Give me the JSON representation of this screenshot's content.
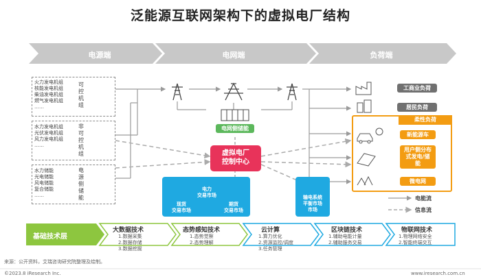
{
  "title": "泛能源互联网架构下的虚拟电厂结构",
  "header_chevrons": [
    "电源端",
    "电网端",
    "负荷端"
  ],
  "power_source": {
    "group1": {
      "items": [
        "火力发电机组",
        "核能发电机组",
        "柴油发电机组",
        "燃气发电机组",
        "……"
      ],
      "tag": [
        "可",
        "控",
        "机",
        "组"
      ]
    },
    "group2": {
      "items": [
        "水力发电机组",
        "光伏发电机组",
        "风力发电机组",
        "……"
      ],
      "tag": [
        "非",
        "可",
        "控",
        "机",
        "组"
      ]
    },
    "group3": {
      "items": [
        "水力储能",
        "光电储能",
        "风电储能",
        "复合储能",
        "……"
      ],
      "tag": [
        "电",
        "源",
        "侧",
        "储",
        "能"
      ]
    }
  },
  "grid": {
    "storage_label": "电网侧储能"
  },
  "vpp": {
    "title": "虚拟电厂",
    "subtitle": "控制中心"
  },
  "market": {
    "center_line1": "电力",
    "center_line2": "交易市场",
    "spot_line1": "现货",
    "spot_line2": "交易市场",
    "futures_line1": "期货",
    "futures_line2": "交易市场",
    "balance_line1": "输电系统",
    "balance_line2": "平衡市场",
    "balance_line3": "市场"
  },
  "load": {
    "industrial": "工商业负荷",
    "residential": "居民负荷",
    "flexible_title": "柔性负荷",
    "ev": "新能源车",
    "user_side_lines": [
      "用户侧分布",
      "式发电/储",
      "能"
    ],
    "microgrid": "微电网"
  },
  "legend": {
    "power_flow": "电能流",
    "info_flow": "信息流"
  },
  "tech": {
    "base": "基础技术层",
    "items": [
      {
        "title": "大数据技术",
        "lines": [
          "1.数据采集",
          "2.数据存储",
          "3.数据挖掘"
        ]
      },
      {
        "title": "态势感知技术",
        "lines": [
          "1.态势觉察",
          "2.态势理解"
        ]
      },
      {
        "title": "云计算",
        "lines": [
          "1.算力优化",
          "2.资源监控/调度",
          "3.任务管理"
        ]
      },
      {
        "title": "区块链技术",
        "lines": [
          "1.辅助电能计量",
          "2.辅助服务交易"
        ]
      },
      {
        "title": "物联网技术",
        "lines": [
          "1.物理网络安全",
          "2.智能终端交互"
        ]
      }
    ]
  },
  "footer": {
    "source": "来源：公开资料，艾瑞咨询研究院整理及绘制。",
    "copyright": "©2023.8 iResearch Inc.",
    "url": "www.iresearch.com.cn"
  },
  "colors": {
    "green": "#5cb85c",
    "orange": "#f39c12",
    "blue": "#1fa9e1",
    "red": "#e8335a",
    "grey": "#b0b0b0"
  }
}
